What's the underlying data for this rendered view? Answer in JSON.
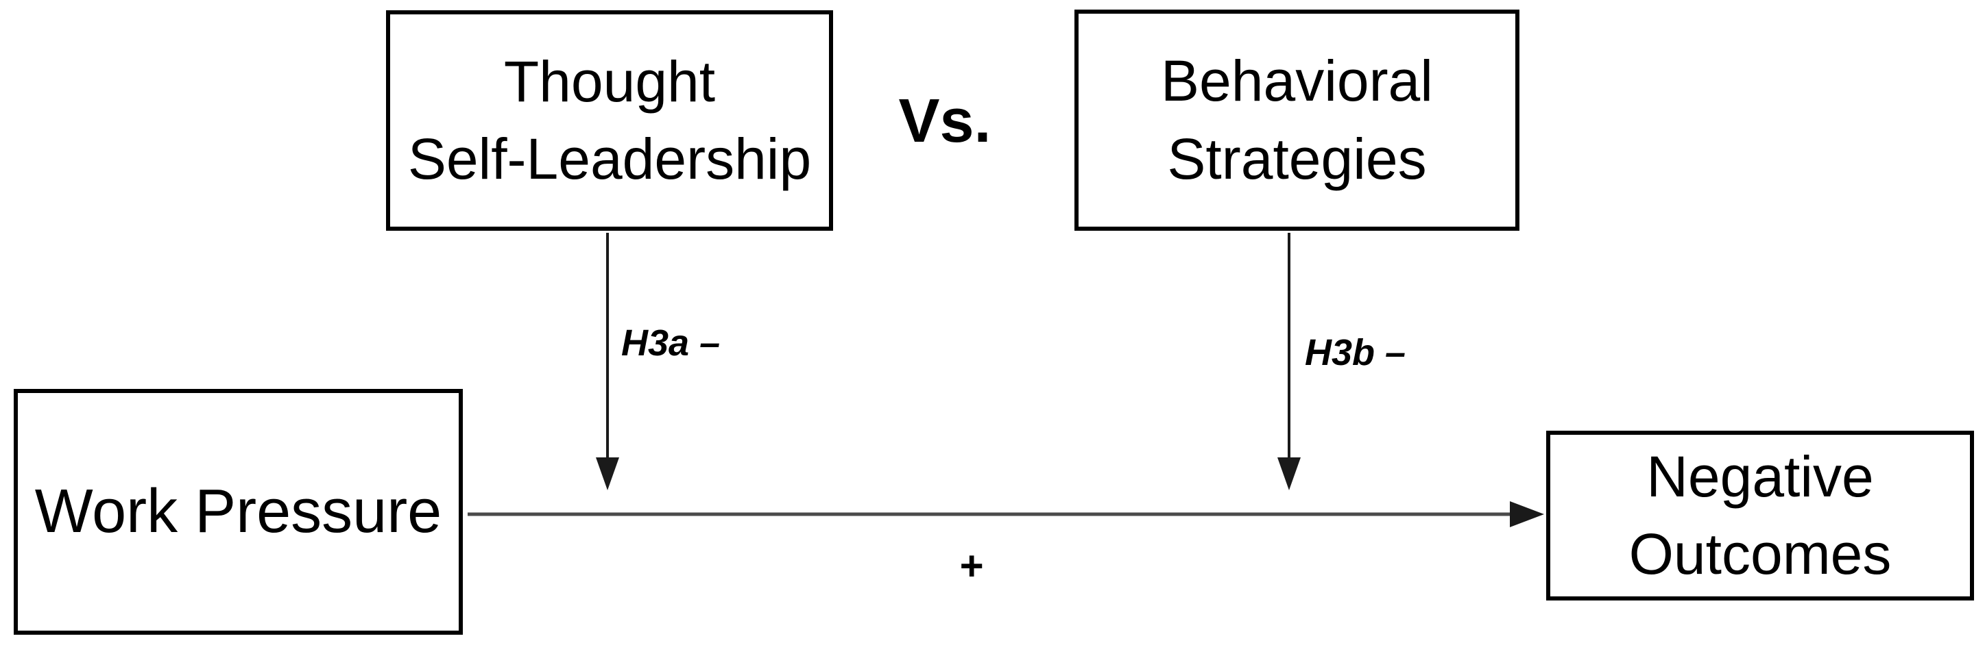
{
  "figure": {
    "boxes": {
      "thought_self_leadership": {
        "line1": "Thought",
        "line2": "Self-Leadership"
      },
      "behavioral_strategies": {
        "line1": "Behavioral",
        "line2": "Strategies"
      },
      "work_pressure": {
        "line1": "Work Pressure"
      },
      "negative_outcomes": {
        "line1": "Negative",
        "line2": "Outcomes"
      }
    },
    "labels": {
      "versus": "Vs.",
      "h3a": "H3a –",
      "h3b": "H3b –",
      "plus": "+"
    },
    "colors": {
      "background": "#ffffff",
      "box_border": "#000000",
      "text": "#000000",
      "moderator_arrow": "#1a1a1a",
      "main_arrow_line": "#4a4a4a",
      "arrowhead": "#1a1a1a"
    }
  }
}
